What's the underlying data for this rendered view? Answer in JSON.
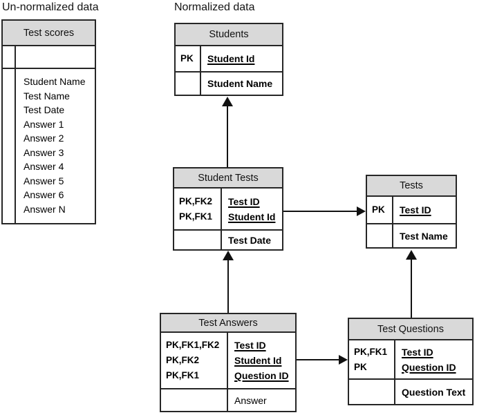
{
  "headings": {
    "unnormalized": "Un-normalized data",
    "normalized": "Normalized data"
  },
  "unnormalized_table": {
    "title": "Test scores",
    "fields": [
      "Student Name",
      "Test Name",
      "Test Date",
      "Answer 1",
      "Answer 2",
      "Answer 3",
      "Answer 4",
      "Answer 5",
      "Answer 6",
      "Answer N"
    ]
  },
  "entities": {
    "students": {
      "title": "Students",
      "keys": [
        {
          "label": "PK",
          "field": "Student Id"
        }
      ],
      "attributes": [
        "Student Name"
      ]
    },
    "student_tests": {
      "title": "Student Tests",
      "keys": [
        {
          "label": "PK,FK2",
          "field": "Test ID"
        },
        {
          "label": "PK,FK1",
          "field": "Student Id"
        }
      ],
      "attributes": [
        "Test Date"
      ]
    },
    "tests": {
      "title": "Tests",
      "keys": [
        {
          "label": "PK",
          "field": "Test ID"
        }
      ],
      "attributes": [
        "Test Name"
      ]
    },
    "test_answers": {
      "title": "Test Answers",
      "keys": [
        {
          "label": "PK,FK1,FK2",
          "field": "Test ID"
        },
        {
          "label": "PK,FK2",
          "field": "Student Id"
        },
        {
          "label": "PK,FK1",
          "field": "Question ID"
        }
      ],
      "attributes": [
        "Answer"
      ]
    },
    "test_questions": {
      "title": "Test Questions",
      "keys": [
        {
          "label": "PK,FK1",
          "field": "Test ID"
        },
        {
          "label": "PK",
          "field": "Question ID"
        }
      ],
      "attributes": [
        "Question Text"
      ]
    }
  },
  "relationships": [
    {
      "from": "Student Tests",
      "to": "Students"
    },
    {
      "from": "Student Tests",
      "to": "Tests"
    },
    {
      "from": "Test Answers",
      "to": "Student Tests"
    },
    {
      "from": "Test Answers",
      "to": "Test Questions"
    },
    {
      "from": "Test Questions",
      "to": "Tests"
    }
  ],
  "colors": {
    "header_fill": "#d9d9d9",
    "border": "#262626",
    "arrow": "#111111"
  }
}
